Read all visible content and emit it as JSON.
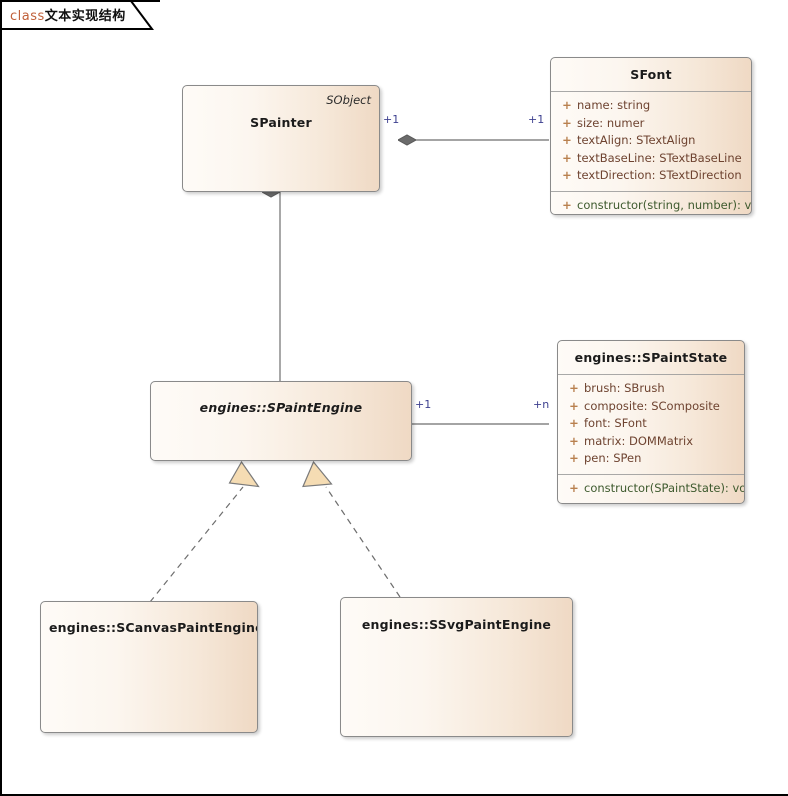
{
  "diagram": {
    "tab_keyword": "class",
    "tab_title": "文本实现结构",
    "type": "uml-class-diagram"
  },
  "classes": {
    "spainter": {
      "name": "SPainter",
      "stereotype": "SObject",
      "abstract": false
    },
    "sfont": {
      "name": "SFont",
      "abstract": false,
      "attributes": [
        {
          "visibility": "+",
          "text": "name: string"
        },
        {
          "visibility": "+",
          "text": "size: numer"
        },
        {
          "visibility": "+",
          "text": "textAlign: STextAlign"
        },
        {
          "visibility": "+",
          "text": "textBaseLine: STextBaseLine"
        },
        {
          "visibility": "+",
          "text": "textDirection: STextDirection"
        }
      ],
      "operations": [
        {
          "visibility": "+",
          "text": "constructor(string, number): void"
        }
      ]
    },
    "spaintengine": {
      "name": "engines::SPaintEngine",
      "abstract": true
    },
    "spaintstate": {
      "name": "engines::SPaintState",
      "abstract": false,
      "attributes": [
        {
          "visibility": "+",
          "text": "brush: SBrush"
        },
        {
          "visibility": "+",
          "text": "composite: SComposite"
        },
        {
          "visibility": "+",
          "text": "font: SFont"
        },
        {
          "visibility": "+",
          "text": "matrix: DOMMatrix"
        },
        {
          "visibility": "+",
          "text": "pen: SPen"
        }
      ],
      "operations": [
        {
          "visibility": "+",
          "text": "constructor(SPaintState): void"
        }
      ]
    },
    "scanvaspaintengine": {
      "name": "engines::SCanvasPaintEngine",
      "abstract": false
    },
    "ssvgpaintengine": {
      "name": "engines::SSvgPaintEngine",
      "abstract": false
    }
  },
  "relationships": [
    {
      "id": "painter-font",
      "kind": "aggregation",
      "source": "spainter",
      "target": "sfont",
      "source_multiplicity": "+1",
      "target_multiplicity": "+1"
    },
    {
      "id": "painter-engine",
      "kind": "aggregation",
      "source": "spainter",
      "target": "spaintengine",
      "source_multiplicity": "",
      "target_multiplicity": ""
    },
    {
      "id": "engine-state",
      "kind": "aggregation",
      "source": "spaintengine",
      "target": "spaintstate",
      "source_multiplicity": "+1",
      "target_multiplicity": "+n"
    },
    {
      "id": "canvas-realizes-engine",
      "kind": "realization",
      "source": "scanvaspaintengine",
      "target": "spaintengine"
    },
    {
      "id": "svg-realizes-engine",
      "kind": "realization",
      "source": "ssvgpaintengine",
      "target": "spaintengine"
    }
  ],
  "colors": {
    "box_fill_light": "#FEFBF7",
    "box_fill_dark": "#EFD9C4",
    "box_border": "#8A8A8A",
    "attribute_text": "#6E4330",
    "operation_text": "#3E5A2E",
    "visibility_marker": "#B9804E",
    "multiplicity_text": "#3C3F8F",
    "connector_line": "#6E6E6E",
    "diamond_fill": "#6B6B6B",
    "triangle_fill": "#F5DCB3",
    "tab_keyword": "#C0603A"
  }
}
